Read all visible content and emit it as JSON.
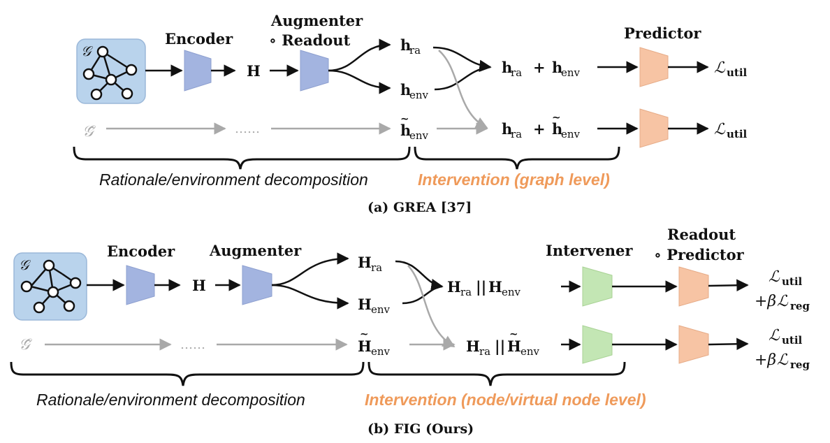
{
  "colors": {
    "graph_box_fill": "#b9d3ec",
    "graph_box_stroke": "#9bb8d9",
    "encoder_fill": "#a3b4e0",
    "predictor_fill": "#f7c4a4",
    "intervener_fill": "#c3e6b4",
    "grey": "#a9a9a9",
    "orange_text": "#ef9a5a"
  },
  "panel_a": {
    "graph_symbol": "𝒢",
    "graph_tilde_symbol": "𝒢̃",
    "encoder_label": "Encoder",
    "augmenter_label_line1": "Augmenter",
    "augmenter_label_line2": "∘ Readout",
    "predictor_label": "Predictor",
    "H": "H",
    "h": "h",
    "ra": "ra",
    "env": "env",
    "plus": "+",
    "dots": "……",
    "L_util": "ℒ",
    "util": "util",
    "brace_left_label": "Rationale/environment decomposition",
    "brace_right_label": "Intervention (graph level)",
    "caption": "(a) GREA [37]"
  },
  "panel_b": {
    "graph_symbol": "𝒢",
    "graph_tilde_symbol": "𝒢̃",
    "encoder_label": "Encoder",
    "augmenter_label": "Augmenter",
    "intervener_label": "Intervener",
    "readout_label_line1": "Readout",
    "readout_label_line2": "∘ Predictor",
    "H": "H",
    "ra": "ra",
    "env": "env",
    "concat": "||",
    "dots": "……",
    "L": "ℒ",
    "util": "util",
    "reg": "reg",
    "plus_beta": "+β",
    "brace_left_label": "Rationale/environment decomposition",
    "brace_right_label": "Intervention (node/virtual node level)",
    "caption": "(b) FIG (Ours)"
  }
}
